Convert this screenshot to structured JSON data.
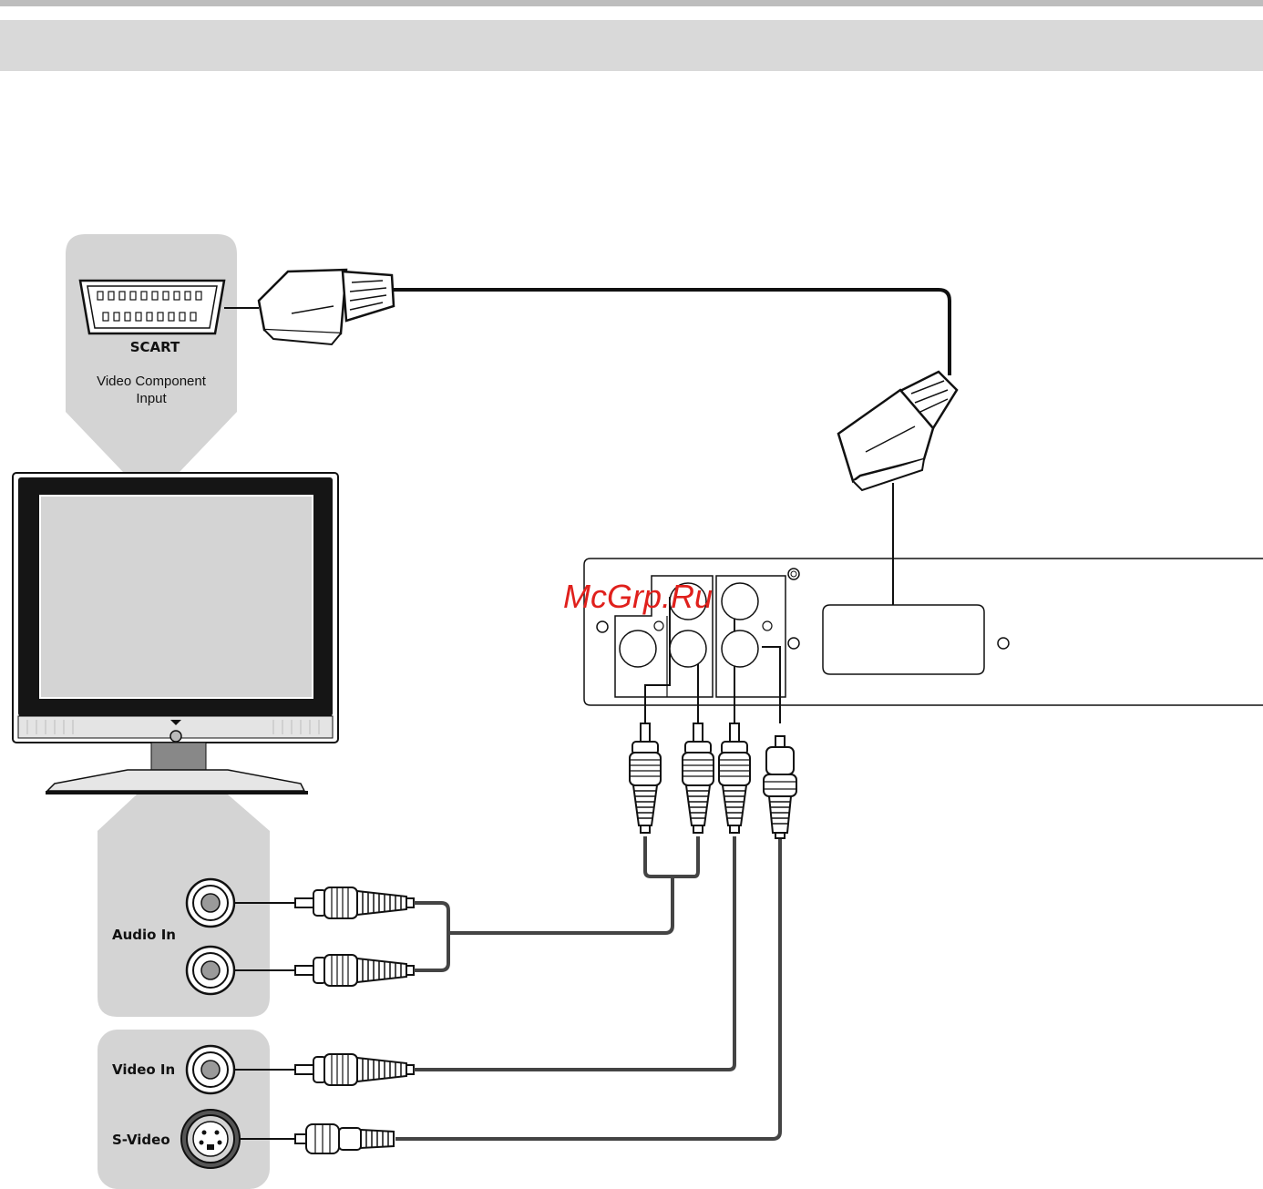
{
  "tv_panel": {
    "connector_label": "SCART",
    "caption_line1": "Video Component",
    "caption_line2": "Input"
  },
  "tv_inputs": {
    "audio_label": "Audio In",
    "video_label": "Video In",
    "svideo_label": "S-Video"
  },
  "watermark": "McGrp.Ru",
  "colors": {
    "panel_gray": "#d4d4d4",
    "header_band": "#d9d9d9",
    "line": "#111111",
    "watermark": "#e0201c"
  }
}
